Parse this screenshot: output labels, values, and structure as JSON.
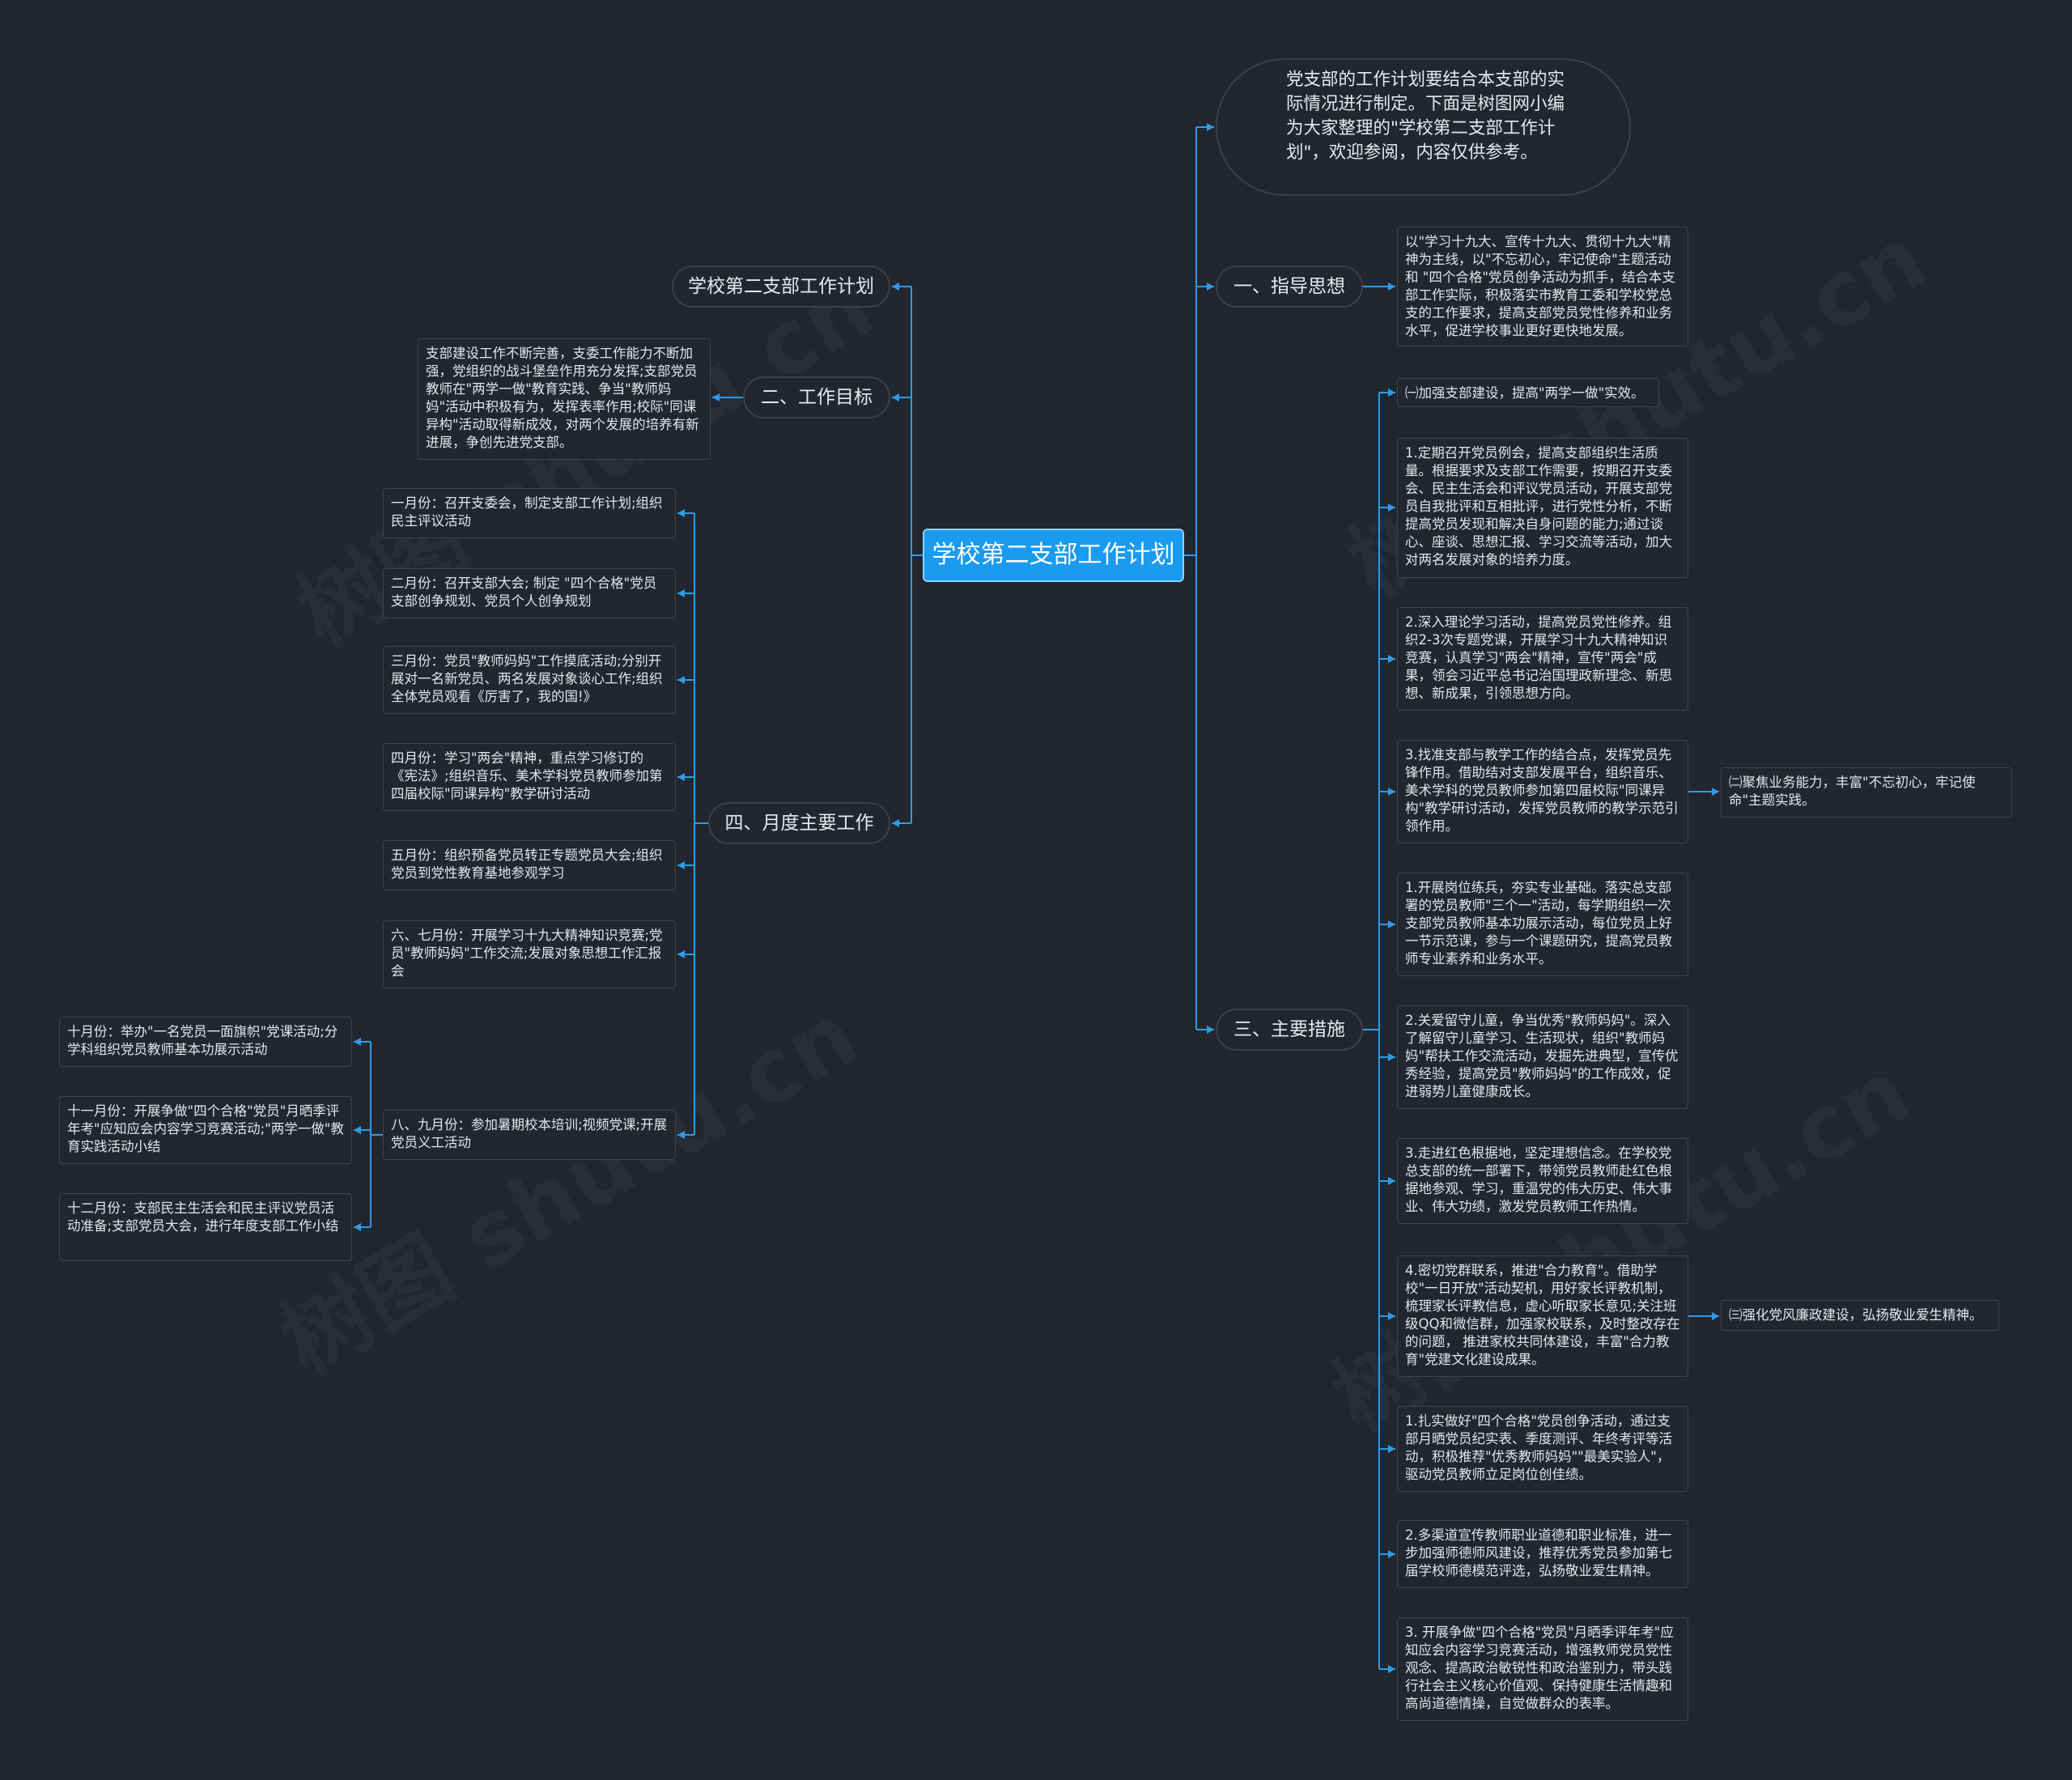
{
  "root": "学校第二支部工作计划",
  "intro": "党支部的工作计划要结合本支部的实际情况进行制定。下面是树图网小编为大家整理的\"学校第二支部工作计划\"，欢迎参阅，内容仅供参考。",
  "left": {
    "title_node": "学校第二支部工作计划",
    "goal": {
      "label": "二、工作目标",
      "text": "支部建设工作不断完善，支委工作能力不断加强，党组织的战斗堡垒作用充分发挥;支部党员教师在\"两学一做\"教育实践、争当\"教师妈妈\"活动中积极有为，发挥表率作用;校际\"同课异构\"活动取得新成效，对两个发展的培养有新进展，争创先进党支部。"
    },
    "monthly": {
      "label": "四、月度主要工作",
      "items": [
        "一月份：召开支委会，制定支部工作计划;组织民主评议活动",
        "二月份：召开支部大会; 制定 \"四个合格\"党员支部创争规划、党员个人创争规划",
        "三月份：党员\"教师妈妈\"工作摸底活动;分别开展对一名新党员、两名发展对象谈心工作;组织全体党员观看《厉害了，我的国!》",
        "四月份：学习\"两会\"精神，重点学习修订的《宪法》;组织音乐、美术学科党员教师参加第四届校际\"同课异构\"教学研讨活动",
        "五月份：组织预备党员转正专题党员大会;组织党员到党性教育基地参观学习",
        "六、七月份：开展学习十九大精神知识竞赛;党员\"教师妈妈\"工作交流;发展对象思想工作汇报会",
        "八、九月份：参加暑期校本培训;视频党课;开展党员义工活动"
      ],
      "sub_items": [
        "十月份：举办\"一名党员一面旗帜\"党课活动;分学科组织党员教师基本功展示活动",
        "十一月份：开展争做\"四个合格\"党员\"月晒季评年考\"应知应会内容学习竞赛活动;\"两学一做\"教育实践活动小结",
        "十二月份：支部民主生活会和民主评议党员活动准备;支部党员大会，进行年度支部工作小结"
      ]
    }
  },
  "right": {
    "guide": {
      "label": "一、指导思想",
      "text": "以\"学习十九大、宣传十九大、贯彻十九大\"精神为主线，以\"不忘初心，牢记使命\"主题活动和 \"四个合格\"党员创争活动为抓手，结合本支部工作实际，积极落实市教育工委和学校党总支的工作要求，提高支部党员党性修养和业务水平，促进学校事业更好更快地发展。"
    },
    "measures": {
      "label": "三、主要措施",
      "items": [
        "㈠加强支部建设，提高\"两学一做\"实效。",
        "1.定期召开党员例会，提高支部组织生活质量。根据要求及支部工作需要，按期召开支委会、民主生活会和评议党员活动，开展支部党员自我批评和互相批评，进行党性分析，不断提高党员发现和解决自身问题的能力;通过谈心、座谈、思想汇报、学习交流等活动，加大对两名发展对象的培养力度。",
        "2.深入理论学习活动，提高党员党性修养。组织2-3次专题党课，开展学习十九大精神知识竞赛，认真学习\"两会\"精神，宣传\"两会\"成果，领会习近平总书记治国理政新理念、新思想、新成果，引领思想方向。",
        "3.找准支部与教学工作的结合点，发挥党员先锋作用。借助结对支部发展平台，组织音乐、美术学科的党员教师参加第四届校际\"同课异构\"教学研讨活动，发挥党员教师的教学示范引领作用。",
        "1.开展岗位练兵，夯实专业基础。落实总支部署的党员教师\"三个一\"活动，每学期组织一次支部党员教师基本功展示活动，每位党员上好一节示范课，参与一个课题研究，提高党员教师专业素养和业务水平。",
        "2.关爱留守儿童，争当优秀\"教师妈妈\"。深入了解留守儿童学习、生活现状，组织\"教师妈妈\"帮扶工作交流活动，发掘先进典型，宣传优秀经验，提高党员\"教师妈妈\"的工作成效，促进弱势儿童健康成长。",
        "3.走进红色根据地，坚定理想信念。在学校党总支部的统一部署下，带领党员教师赴红色根据地参观、学习，重温党的伟大历史、伟大事业、伟大功绩，激发党员教师工作热情。",
        "4.密切党群联系，推进\"合力教育\"。借助学校\"一日开放\"活动契机，用好家长评教机制，梳理家长评教信息，虚心听取家长意见;关注班级QQ和微信群，加强家校联系，及时整改存在的问题， 推进家校共同体建设，丰富\"合力教育\"党建文化建设成果。",
        "1.扎实做好\"四个合格\"党员创争活动，通过支部月晒党员纪实表、季度测评、年终考评等活动，积极推荐\"优秀教师妈妈\"\"最美实验人\"，驱动党员教师立足岗位创佳绩。",
        "2.多渠道宣传教师职业道德和职业标准，进一步加强师德师风建设，推荐优秀党员参加第七届学校师德模范评选，弘扬敬业爱生精神。",
        "3. 开展争做\"四个合格\"党员\"月晒季评年考\"应知应会内容学习竞赛活动，增强教师党员党性观念、提高政治敏锐性和政治鉴别力，带头践行社会主义核心价值观、保持健康生活情趣和高尚道德情操，自觉做群众的表率。"
      ],
      "side_labels": [
        "㈡聚焦业务能力，丰富\"不忘初心，牢记使命\"主题实践。",
        "㈢强化党风廉政建设，弘扬敬业爱生精神。"
      ]
    }
  },
  "watermark": "树图 shutu.cn",
  "colors": {
    "background": "#22262f",
    "root": "#1a9bf0",
    "line": "#2f9be6",
    "border": "#3b404b"
  }
}
